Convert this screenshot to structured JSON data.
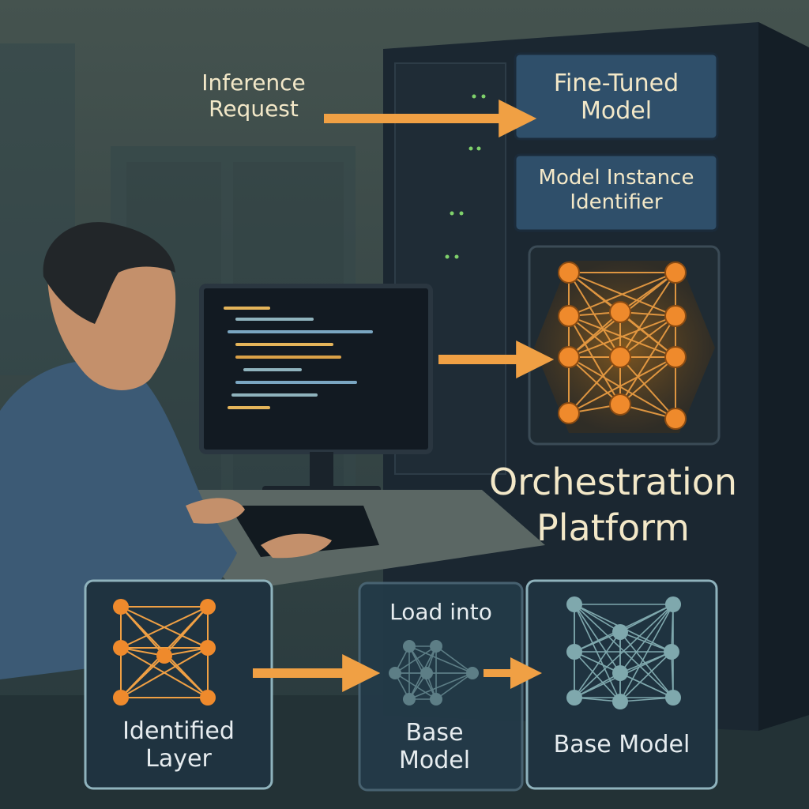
{
  "labels": {
    "inference_request": "Inference\nRequest",
    "fine_tuned_model": "Fine-Tuned\nModel",
    "model_instance_identifier": "Model Instance\nIdentifier",
    "orchestration_platform": "Orchestration\nPlatform",
    "identified_layer": "Identified\nLayer",
    "load_into": "Load into",
    "base_model_small": "Base\nModel",
    "base_model_large": "Base Model"
  },
  "colors": {
    "accent_orange": "#f0a044",
    "node_orange": "#ef8a2c",
    "node_teal": "#7fa8ad",
    "panel_bg": "#1f3340",
    "panel_border": "#8fb3bd",
    "label_cream": "#f3e8c8"
  }
}
